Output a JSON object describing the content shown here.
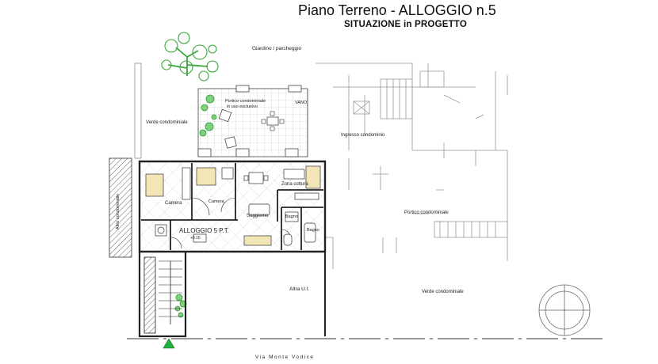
{
  "title": "Piano Terreno - ALLOGGIO n.5",
  "subtitle": "SITUAZIONE  in PROGETTO",
  "labels": {
    "giardino": "Giardino / parcheggio",
    "portico_condominiale_top": "Portico condominiale",
    "portico_uso_esclusivo": "in uso esclusivo",
    "vano": "VANO",
    "verde_condominiale_left": "Verde condominiale",
    "ingresso_condominio": "Ingresso condominio",
    "camera1": "Camera",
    "camera2": "Camera",
    "soggiorno": "Soggiorno",
    "cucina": "Zona cottura",
    "bagno1": "Bagno",
    "bagno2": "Bagno",
    "alloggio": "ALLOGGIO 5 P.T.",
    "quota": "+0.15",
    "altro_ui": "Altra U.I.",
    "portico_condominiale_right": "Portico condominiale",
    "verde_condominiale_bottom": "Verde condominiale",
    "altra_sagoma_left": "Altro condominiale",
    "via": "Via Monte Vodice"
  },
  "colors": {
    "wall": "#222222",
    "thin": "#555555",
    "furniture": "#f3e6b6",
    "tree": "#3aa63a",
    "arrow": "#20b040",
    "context": "#999999"
  }
}
